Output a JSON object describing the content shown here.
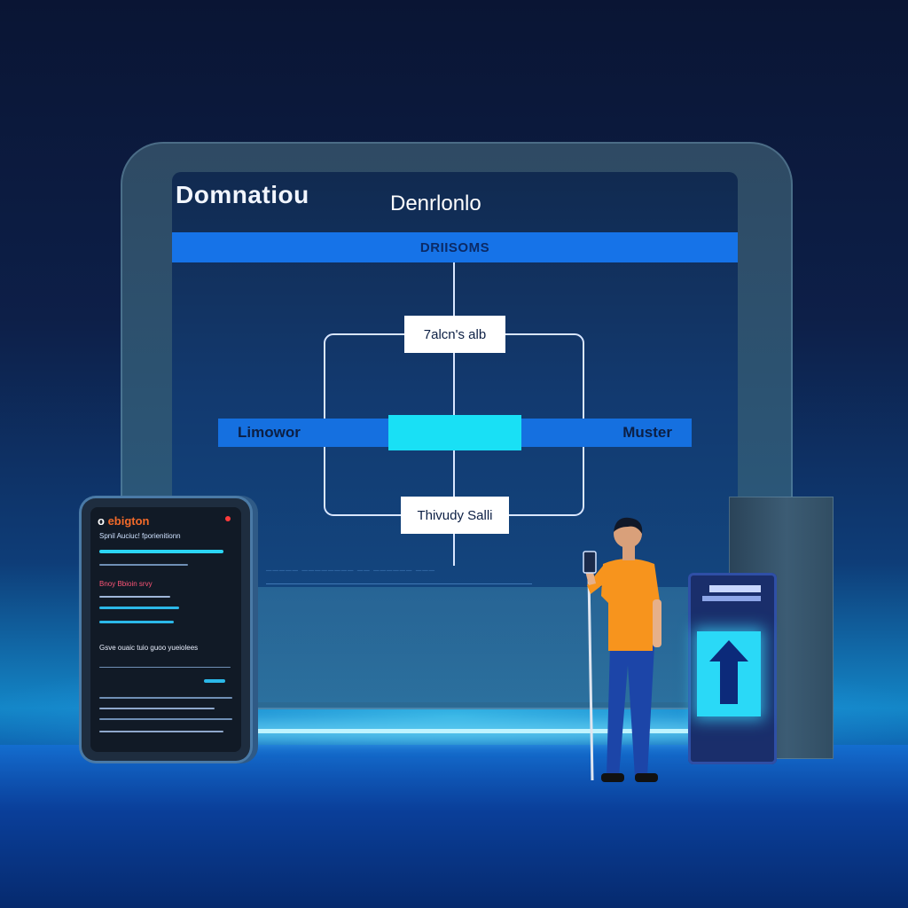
{
  "screen": {
    "title_left": "Domnatiou",
    "title_center": "Denrlonlo",
    "bar_label": "DRIISOMS",
    "node_top": "7alcn's alb",
    "node_bottom": "Thivudy Salli",
    "bar_left_label": "Limowor",
    "bar_right_label": "Muster",
    "footer_text": "───── ──────── ── ────── ───"
  },
  "tablet": {
    "title": "ebigton",
    "subtitle": "Spnil Auciuc! fporienitionn",
    "label_red": "Bnoy Bbioin srvy",
    "label_bottom": "Gsve ouaic tuio guoo yueiolees"
  },
  "colors": {
    "accent_blue": "#1673e8",
    "cyan": "#19e0f5",
    "shirt": "#f7941d"
  },
  "icons": [
    "upload-arrow-icon",
    "phone-icon",
    "red-dot-icon"
  ]
}
